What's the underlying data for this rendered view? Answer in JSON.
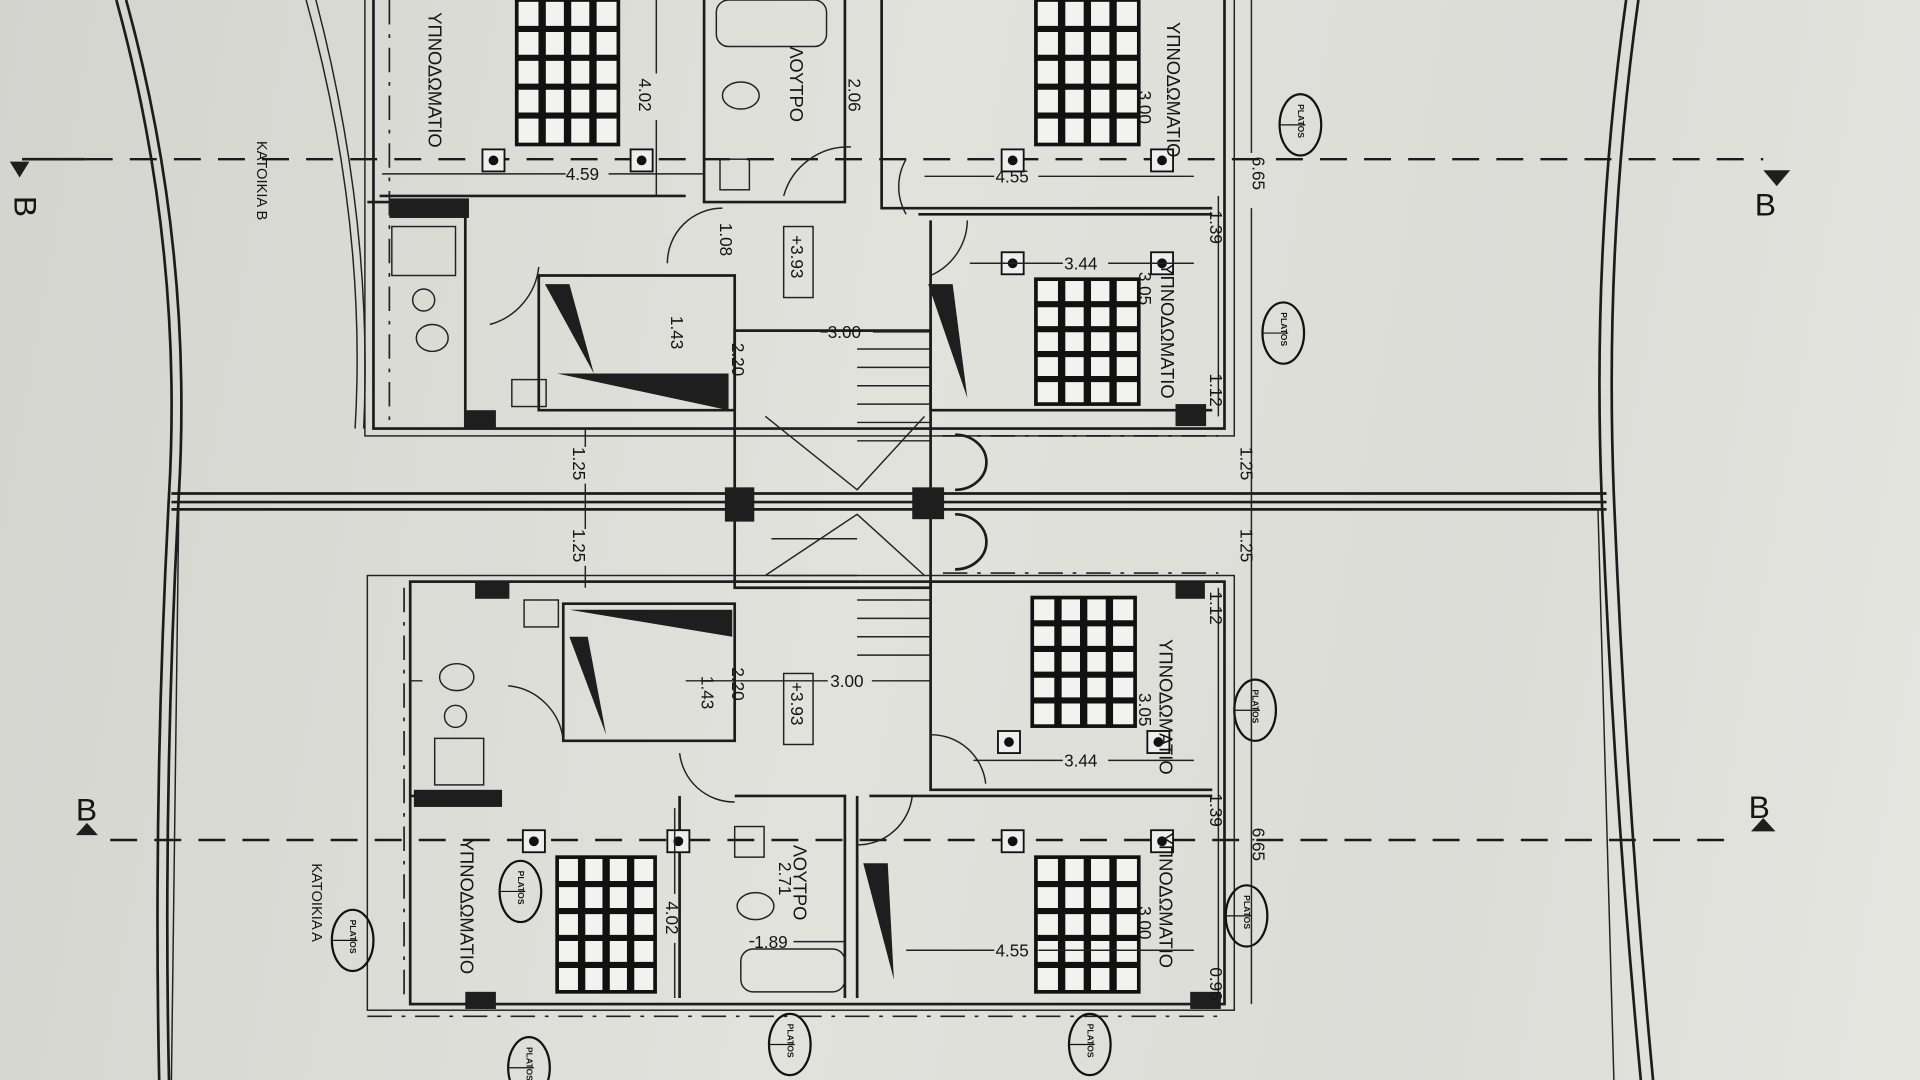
{
  "units": {
    "unit_b": "ΚΑΤΟΙΚΙΑ Β",
    "unit_a": "ΚΑΤΟΙΚΙΑ Α"
  },
  "rooms": {
    "bedroom": "ΥΠΝΟΔΩΜΑΤΙΟ",
    "bathroom": "ΛΟΥΤΡΟ"
  },
  "section_marker": "B",
  "level": "+3.93",
  "tree_label": "PLATOS",
  "dimensions_top": [
    "4.02",
    "4.59",
    "2.06",
    "4.55",
    "3.00",
    "6.65",
    "1.39",
    "1.08",
    "1.43",
    "2.20",
    "3.00",
    "3.44",
    "3.05",
    "1.12",
    "1.25",
    "1.25"
  ],
  "dimensions_bottom": [
    "1.25",
    "1.25",
    "1.12",
    "1.43",
    "2.20",
    "3.00",
    "3.05",
    "3.44",
    "1.39",
    "6.65",
    "2.71",
    "4.02",
    "1.89",
    "4.55",
    "3.00",
    "0.96"
  ],
  "colors": {
    "paper": "#dcdcd7",
    "ink": "#1c1c1c"
  }
}
